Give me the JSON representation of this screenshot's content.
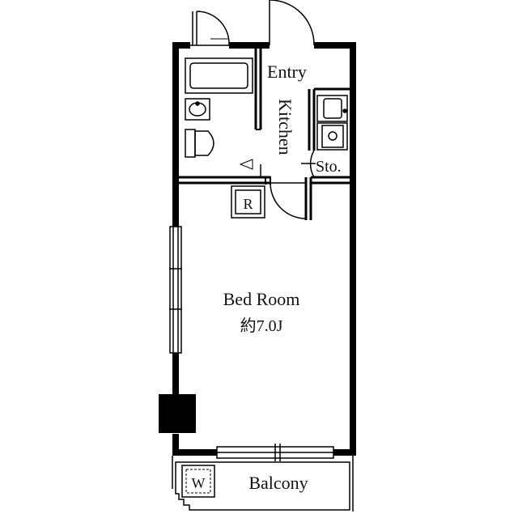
{
  "floorplan": {
    "rooms": {
      "entry": "Entry",
      "kitchen": "Kitchen",
      "storage": "Sto.",
      "bedroom": "Bed Room",
      "bedroom_area": "約7.0J",
      "balcony": "Balcony"
    },
    "fixtures": {
      "refrigerator": "R",
      "washer": "W"
    }
  }
}
